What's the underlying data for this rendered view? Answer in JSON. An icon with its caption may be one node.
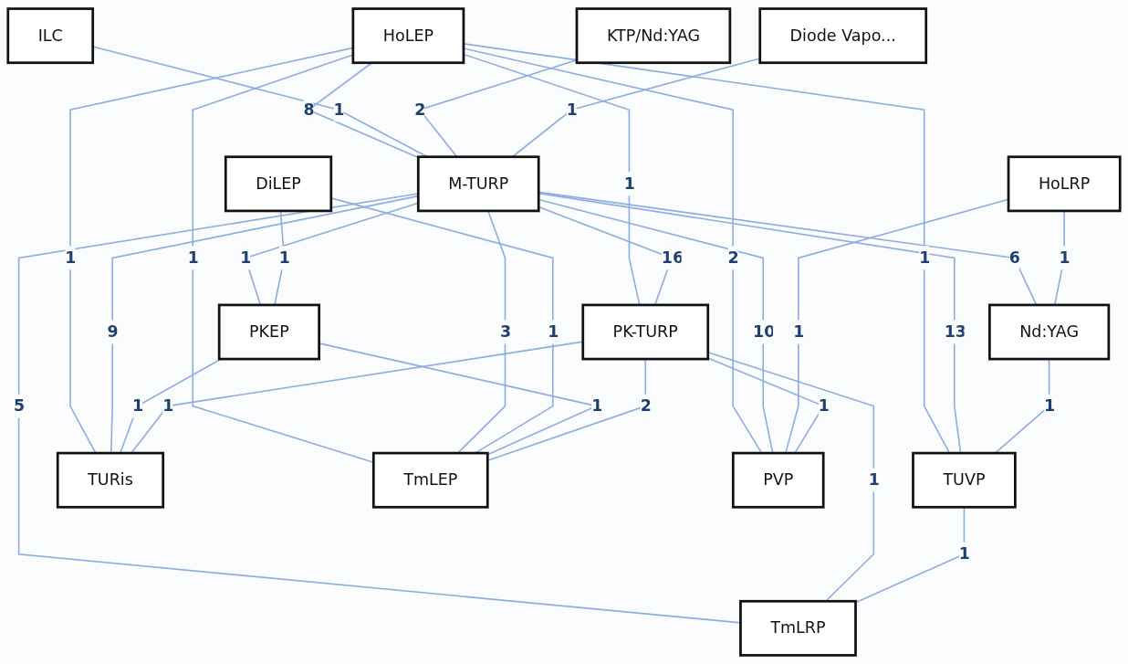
{
  "diagram": {
    "nodes": [
      {
        "text": [
          "HoLEP"
        ]
      },
      {
        "text": [
          "ILC"
        ]
      },
      {
        "text": [
          "KTP/Nd:YAG"
        ]
      },
      {
        "text": [
          "Diode Vapo..."
        ]
      },
      {
        "text": [
          "M-TURP"
        ]
      },
      {
        "text": [
          "HoLRP"
        ]
      },
      {
        "text": [
          "DiLEP"
        ]
      },
      {
        "text": [
          "Nd:YAG"
        ]
      },
      {
        "text": [
          "PKEP"
        ]
      },
      {
        "text": [
          "PK-TURP"
        ]
      },
      {
        "text": [
          "TUVP"
        ]
      },
      {
        "text": [
          "TURis"
        ]
      },
      {
        "text": [
          "TmLEP"
        ]
      },
      {
        "text": [
          "TmLRP"
        ]
      },
      {
        "text": [
          "PVP"
        ]
      }
    ],
    "edges": [
      {
        "from": 0,
        "to": 4,
        "arrow": "none",
        "label": "8"
      },
      {
        "from": 1,
        "to": 4,
        "arrow": "none",
        "label": "1"
      },
      {
        "from": 2,
        "to": 4,
        "arrow": "none",
        "label": "2"
      },
      {
        "from": 3,
        "to": 4,
        "arrow": "none",
        "label": "1"
      },
      {
        "from": 0,
        "to": 11,
        "arrow": "none",
        "label": "1"
      },
      {
        "from": 0,
        "to": 12,
        "arrow": "none",
        "label": "1"
      },
      {
        "from": 0,
        "to": 9,
        "arrow": "none",
        "label": "1"
      },
      {
        "from": 0,
        "to": 10,
        "arrow": "none",
        "label": "1"
      },
      {
        "from": 0,
        "to": 14,
        "arrow": "none",
        "label": "2"
      },
      {
        "from": 4,
        "to": 11,
        "arrow": "none",
        "label": "9"
      },
      {
        "from": 4,
        "to": 8,
        "arrow": "none",
        "label": "1"
      },
      {
        "from": 4,
        "to": 12,
        "arrow": "none",
        "label": "3"
      },
      {
        "from": 4,
        "to": 9,
        "arrow": "none",
        "label": "16"
      },
      {
        "from": 4,
        "to": 13,
        "arrow": "none",
        "label": "5"
      },
      {
        "from": 4,
        "to": 10,
        "arrow": "none",
        "label": "13"
      },
      {
        "from": 4,
        "to": 7,
        "arrow": "none",
        "label": "6"
      },
      {
        "from": 4,
        "to": 14,
        "arrow": "none",
        "label": "10"
      },
      {
        "from": 5,
        "to": 7,
        "arrow": "none",
        "label": "1"
      },
      {
        "from": 5,
        "to": 14,
        "arrow": "none",
        "label": "1"
      },
      {
        "from": 6,
        "to": 8,
        "arrow": "none",
        "label": "1"
      },
      {
        "from": 6,
        "to": 12,
        "arrow": "none",
        "label": "1"
      },
      {
        "from": 7,
        "to": 10,
        "arrow": "none",
        "label": "1"
      },
      {
        "from": 8,
        "to": 11,
        "arrow": "none",
        "label": "1"
      },
      {
        "from": 8,
        "to": 12,
        "arrow": "none",
        "label": "1"
      },
      {
        "from": 9,
        "to": 11,
        "arrow": "none",
        "label": "1"
      },
      {
        "from": 9,
        "to": 12,
        "arrow": "none",
        "label": "2"
      },
      {
        "from": 9,
        "to": 13,
        "arrow": "none",
        "label": "1"
      },
      {
        "from": 9,
        "to": 14,
        "arrow": "none",
        "label": "1"
      },
      {
        "from": 10,
        "to": 13,
        "arrow": "none",
        "label": "1"
      }
    ]
  }
}
